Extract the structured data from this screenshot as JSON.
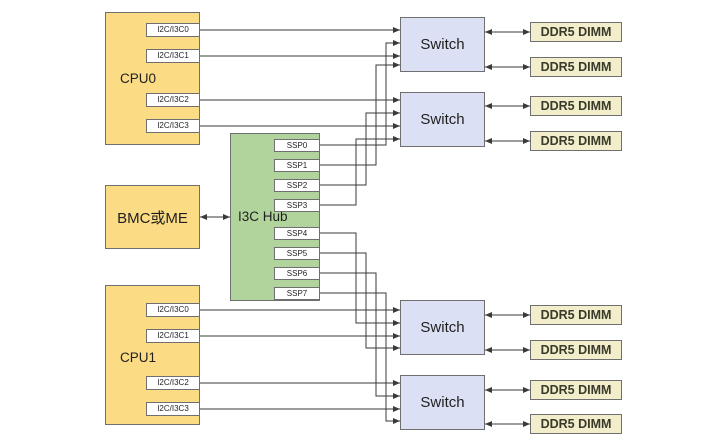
{
  "diagram": {
    "colors": {
      "block-yellow": "#FBDB84",
      "block-green": "#B0D49C",
      "block-blue": "#DCE0F4",
      "block-tan": "#F2EECC",
      "border": "#6f6f6f",
      "wire": "#3a3a3a",
      "text": "#1f1f1f"
    },
    "cpu0": {
      "label": "CPU0",
      "ports": [
        "I2C/I3C0",
        "I2C/I3C1",
        "I2C/I3C2",
        "I2C/I3C3"
      ]
    },
    "bmc": {
      "label": "BMC或ME"
    },
    "cpu1": {
      "label": "CPU1",
      "ports": [
        "I2C/I3C0",
        "I2C/I3C1",
        "I2C/I3C2",
        "I2C/I3C3"
      ]
    },
    "hub": {
      "label": "I3C Hub",
      "ports": [
        "SSP0",
        "SSP1",
        "SSP2",
        "SSP3",
        "SSP4",
        "SSP5",
        "SSP6",
        "SSP7"
      ]
    },
    "switches": [
      "Switch",
      "Switch",
      "Switch",
      "Switch"
    ],
    "dimms": [
      "DDR5 DIMM",
      "DDR5 DIMM",
      "DDR5 DIMM",
      "DDR5 DIMM",
      "DDR5 DIMM",
      "DDR5 DIMM",
      "DDR5 DIMM",
      "DDR5 DIMM"
    ]
  }
}
